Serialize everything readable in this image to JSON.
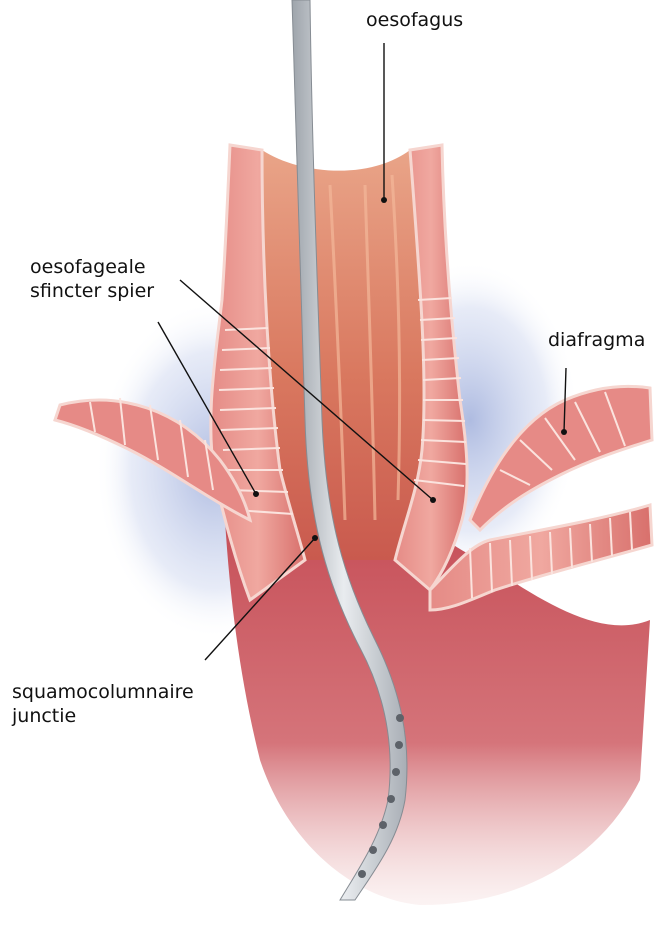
{
  "labels": {
    "oesofagus": "oesofagus",
    "sfincter_line1": "oesofageale",
    "sfincter_line2": "sfincter spier",
    "diafragma": "diafragma",
    "junctie_line1": "squamocolumnaire",
    "junctie_line2": "junctie"
  },
  "colors": {
    "tissue_muscle": "#e07a76",
    "tissue_lumen": "#d8826a",
    "tissue_pale": "#f2c4bc",
    "stomach_mucosa": "#c9545a",
    "shadow_blue": "#8ea2d6",
    "catheter": "#c9cdd2",
    "leader_line": "#111111"
  },
  "icons": [
    "catheter-probe",
    "leader-line"
  ]
}
